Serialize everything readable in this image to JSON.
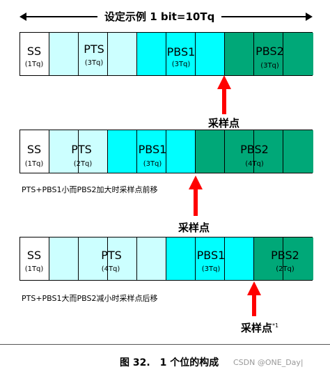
{
  "header": {
    "title": "设定示例 1 bit=10Tq"
  },
  "rows": [
    {
      "cells": [
        "ss",
        "pts",
        "pts",
        "pts",
        "pbs1",
        "pbs1",
        "pbs1",
        "pbs2",
        "pbs2",
        "pbs2"
      ],
      "segments": [
        {
          "name": "SS",
          "tq": "(1Tq)"
        },
        {
          "name": "PTS",
          "tq": "(3Tq)"
        },
        {
          "name": "PBS1",
          "tq": "(3Tq)"
        },
        {
          "name": "PBS2",
          "tq": "(3Tq)"
        }
      ],
      "note": "",
      "sample_label": "采样点",
      "sample_sup": ""
    },
    {
      "cells": [
        "ss",
        "pts",
        "pts",
        "pbs1",
        "pbs1",
        "pbs1",
        "pbs2",
        "pbs2",
        "pbs2",
        "pbs2"
      ],
      "segments": [
        {
          "name": "SS",
          "tq": "(1Tq)"
        },
        {
          "name": "PTS",
          "tq": "(2Tq)"
        },
        {
          "name": "PBS1",
          "tq": "(3Tq)"
        },
        {
          "name": "PBS2",
          "tq": "(4Tq)"
        }
      ],
      "note": "PTS+PBS1小而PBS2加大时采样点前移",
      "sample_label": "采样点",
      "sample_sup": ""
    },
    {
      "cells": [
        "ss",
        "pts",
        "pts",
        "pts",
        "pts",
        "pbs1",
        "pbs1",
        "pbs1",
        "pbs2",
        "pbs2"
      ],
      "segments": [
        {
          "name": "SS",
          "tq": "(1Tq)"
        },
        {
          "name": "PTS",
          "tq": "(4Tq)"
        },
        {
          "name": "PBS1",
          "tq": "(3Tq)"
        },
        {
          "name": "PBS2",
          "tq": "(2Tq)"
        }
      ],
      "note": "PTS+PBS1大而PBS2减小时采样点后移",
      "sample_label": "采样点",
      "sample_sup": "*1"
    }
  ],
  "footer": {
    "caption": "图 32.　1 个位的构成",
    "watermark": "CSDN @ONE_Day|"
  },
  "colors": {
    "ss": "#ffffff",
    "pts": "#ccffff",
    "pbs1": "#00ffff",
    "pbs2": "#00a878",
    "arrow": "#ff0000"
  }
}
